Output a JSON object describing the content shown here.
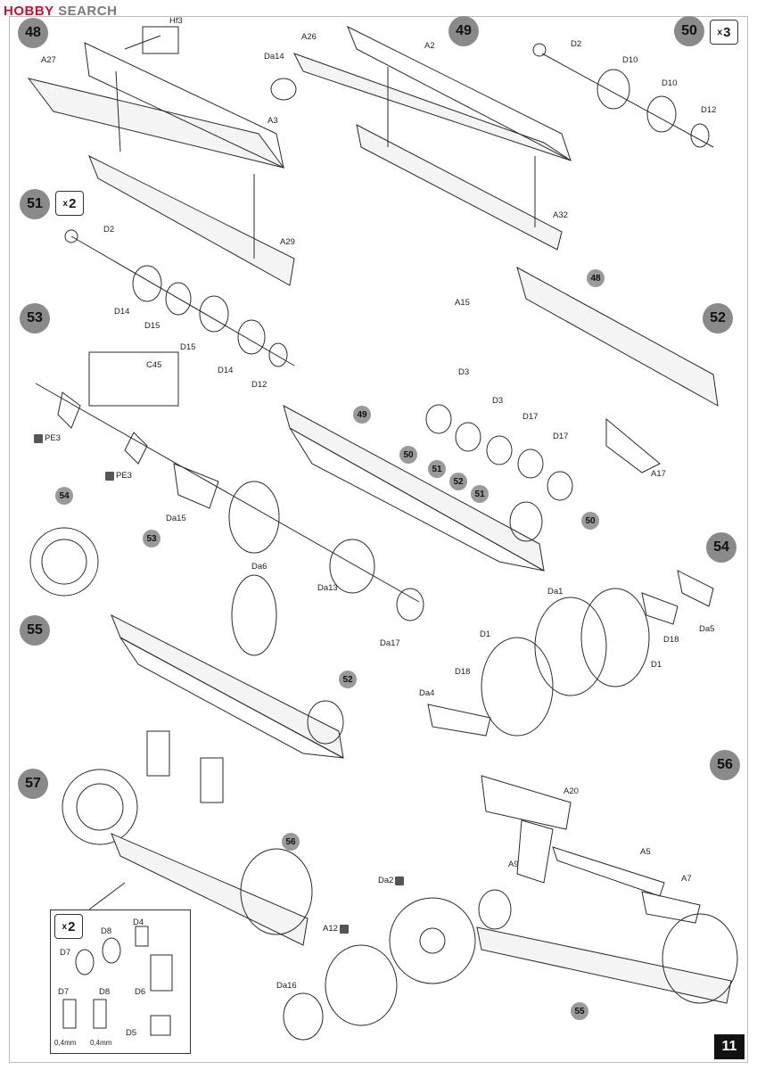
{
  "watermark": {
    "brand": "HOBBY",
    "suffix": "SEARCH"
  },
  "page_number": "11",
  "steps": [
    {
      "id": "48"
    },
    {
      "id": "49"
    },
    {
      "id": "50"
    },
    {
      "id": "51"
    },
    {
      "id": "52"
    },
    {
      "id": "53"
    },
    {
      "id": "54"
    },
    {
      "id": "55"
    },
    {
      "id": "56"
    },
    {
      "id": "57"
    }
  ],
  "multipliers": {
    "step50": {
      "x": "x",
      "n": "3"
    },
    "step51": {
      "x": "x",
      "n": "2"
    },
    "step57": {
      "x": "x",
      "n": "2"
    }
  },
  "mini_refs": {
    "r48": "48",
    "r49": "49",
    "r50a": "50",
    "r51a": "51",
    "r52a": "52",
    "r51b": "51",
    "r50b": "50",
    "r54": "54",
    "r53": "53",
    "r52b": "52",
    "r56": "56",
    "r55": "55"
  },
  "parts": {
    "hf3": "Hf3",
    "a27": "A27",
    "a3": "A3",
    "a29": "A29",
    "a26": "A26",
    "da14": "Da14",
    "a2": "A2",
    "a32": "A32",
    "d2a": "D2",
    "d10a": "D10",
    "d10b": "D10",
    "d12a": "D12",
    "d2b": "D2",
    "d14a": "D14",
    "d15a": "D15",
    "d15b": "D15",
    "d14b": "D14",
    "d12b": "D12",
    "a15": "A15",
    "d3a": "D3",
    "d3b": "D3",
    "d17a": "D17",
    "d17b": "D17",
    "a17": "A17",
    "c45": "C45",
    "pe3a": "PE3",
    "pe3b": "PE3",
    "da15": "Da15",
    "da6": "Da6",
    "da13": "Da13",
    "da17": "Da17",
    "da1": "Da1",
    "d1a": "D1",
    "d1b": "D1",
    "d18a": "D18",
    "d18b": "D18",
    "da4": "Da4",
    "da5": "Da5",
    "a20": "A20",
    "a5": "A5",
    "a9": "A9",
    "a7": "A7",
    "da2": "Da2",
    "a12": "A12",
    "da16": "Da16",
    "d4": "D4",
    "d8a": "D8",
    "d7a": "D7",
    "d6": "D6",
    "d7b": "D7",
    "d8b": "D8",
    "d5": "D5",
    "mm1": "0,4mm",
    "mm2": "0,4mm"
  }
}
